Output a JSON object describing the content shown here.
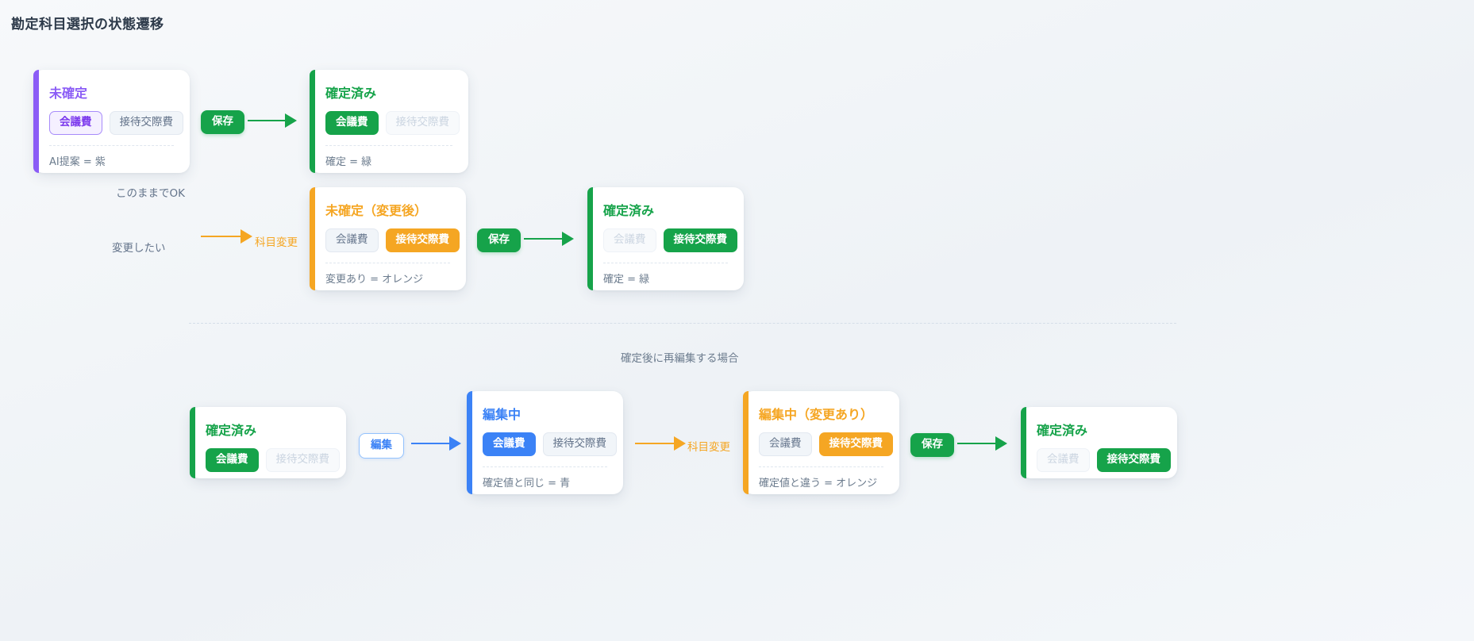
{
  "page": {
    "title": "勘定科目選択の状態遷移",
    "background": "#f2f5f9"
  },
  "colors": {
    "purple": "#8b5cf6",
    "green": "#16a34a",
    "orange": "#f5a623",
    "blue": "#3b82f6",
    "neutral_text": "#64748b"
  },
  "flow_top": {
    "card_unconfirmed": {
      "title": "未確定",
      "accent": "#8b5cf6",
      "chips": [
        {
          "label": "会議費",
          "style": "outline"
        },
        {
          "label": "接待交際費",
          "style": "neutral"
        }
      ],
      "note": "AI提案 = 紫"
    },
    "save_button_1": "保存",
    "card_confirmed_1": {
      "title": "確定済み",
      "accent": "#16a34a",
      "chips": [
        {
          "label": "会議費",
          "style": "solid-green"
        },
        {
          "label": "接待交際費",
          "style": "muted"
        }
      ],
      "note": "確定 = 緑"
    },
    "branch_ok_label": "このままでOK",
    "branch_change_label": "変更したい",
    "change_arrow_label": "科目変更",
    "card_changed": {
      "title": "未確定（変更後）",
      "accent": "#f5a623",
      "chips": [
        {
          "label": "会議費",
          "style": "neutral"
        },
        {
          "label": "接待交際費",
          "style": "solid-orange"
        }
      ],
      "note": "変更あり = オレンジ"
    },
    "save_button_2": "保存",
    "card_confirmed_2": {
      "title": "確定済み",
      "accent": "#16a34a",
      "chips": [
        {
          "label": "会議費",
          "style": "muted"
        },
        {
          "label": "接待交際費",
          "style": "solid-green"
        }
      ],
      "note": "確定 = 緑"
    }
  },
  "section_divider_label": "確定後に再編集する場合",
  "flow_bottom": {
    "card_confirmed_start": {
      "title": "確定済み",
      "accent": "#16a34a",
      "chips": [
        {
          "label": "会議費",
          "style": "solid-green"
        },
        {
          "label": "接待交際費",
          "style": "muted"
        }
      ]
    },
    "edit_button": "編集",
    "card_editing": {
      "title": "編集中",
      "accent": "#3b82f6",
      "chips": [
        {
          "label": "会議費",
          "style": "solid-blue"
        },
        {
          "label": "接待交際費",
          "style": "neutral"
        }
      ],
      "note": "確定値と同じ = 青"
    },
    "change_arrow_label": "科目変更",
    "card_editing_changed": {
      "title": "編集中（変更あり）",
      "accent": "#f5a623",
      "chips": [
        {
          "label": "会議費",
          "style": "neutral"
        },
        {
          "label": "接待交際費",
          "style": "solid-orange"
        }
      ],
      "note": "確定値と違う = オレンジ"
    },
    "save_button": "保存",
    "card_confirmed_end": {
      "title": "確定済み",
      "accent": "#16a34a",
      "chips": [
        {
          "label": "会議費",
          "style": "muted"
        },
        {
          "label": "接待交際費",
          "style": "solid-green"
        }
      ]
    }
  }
}
